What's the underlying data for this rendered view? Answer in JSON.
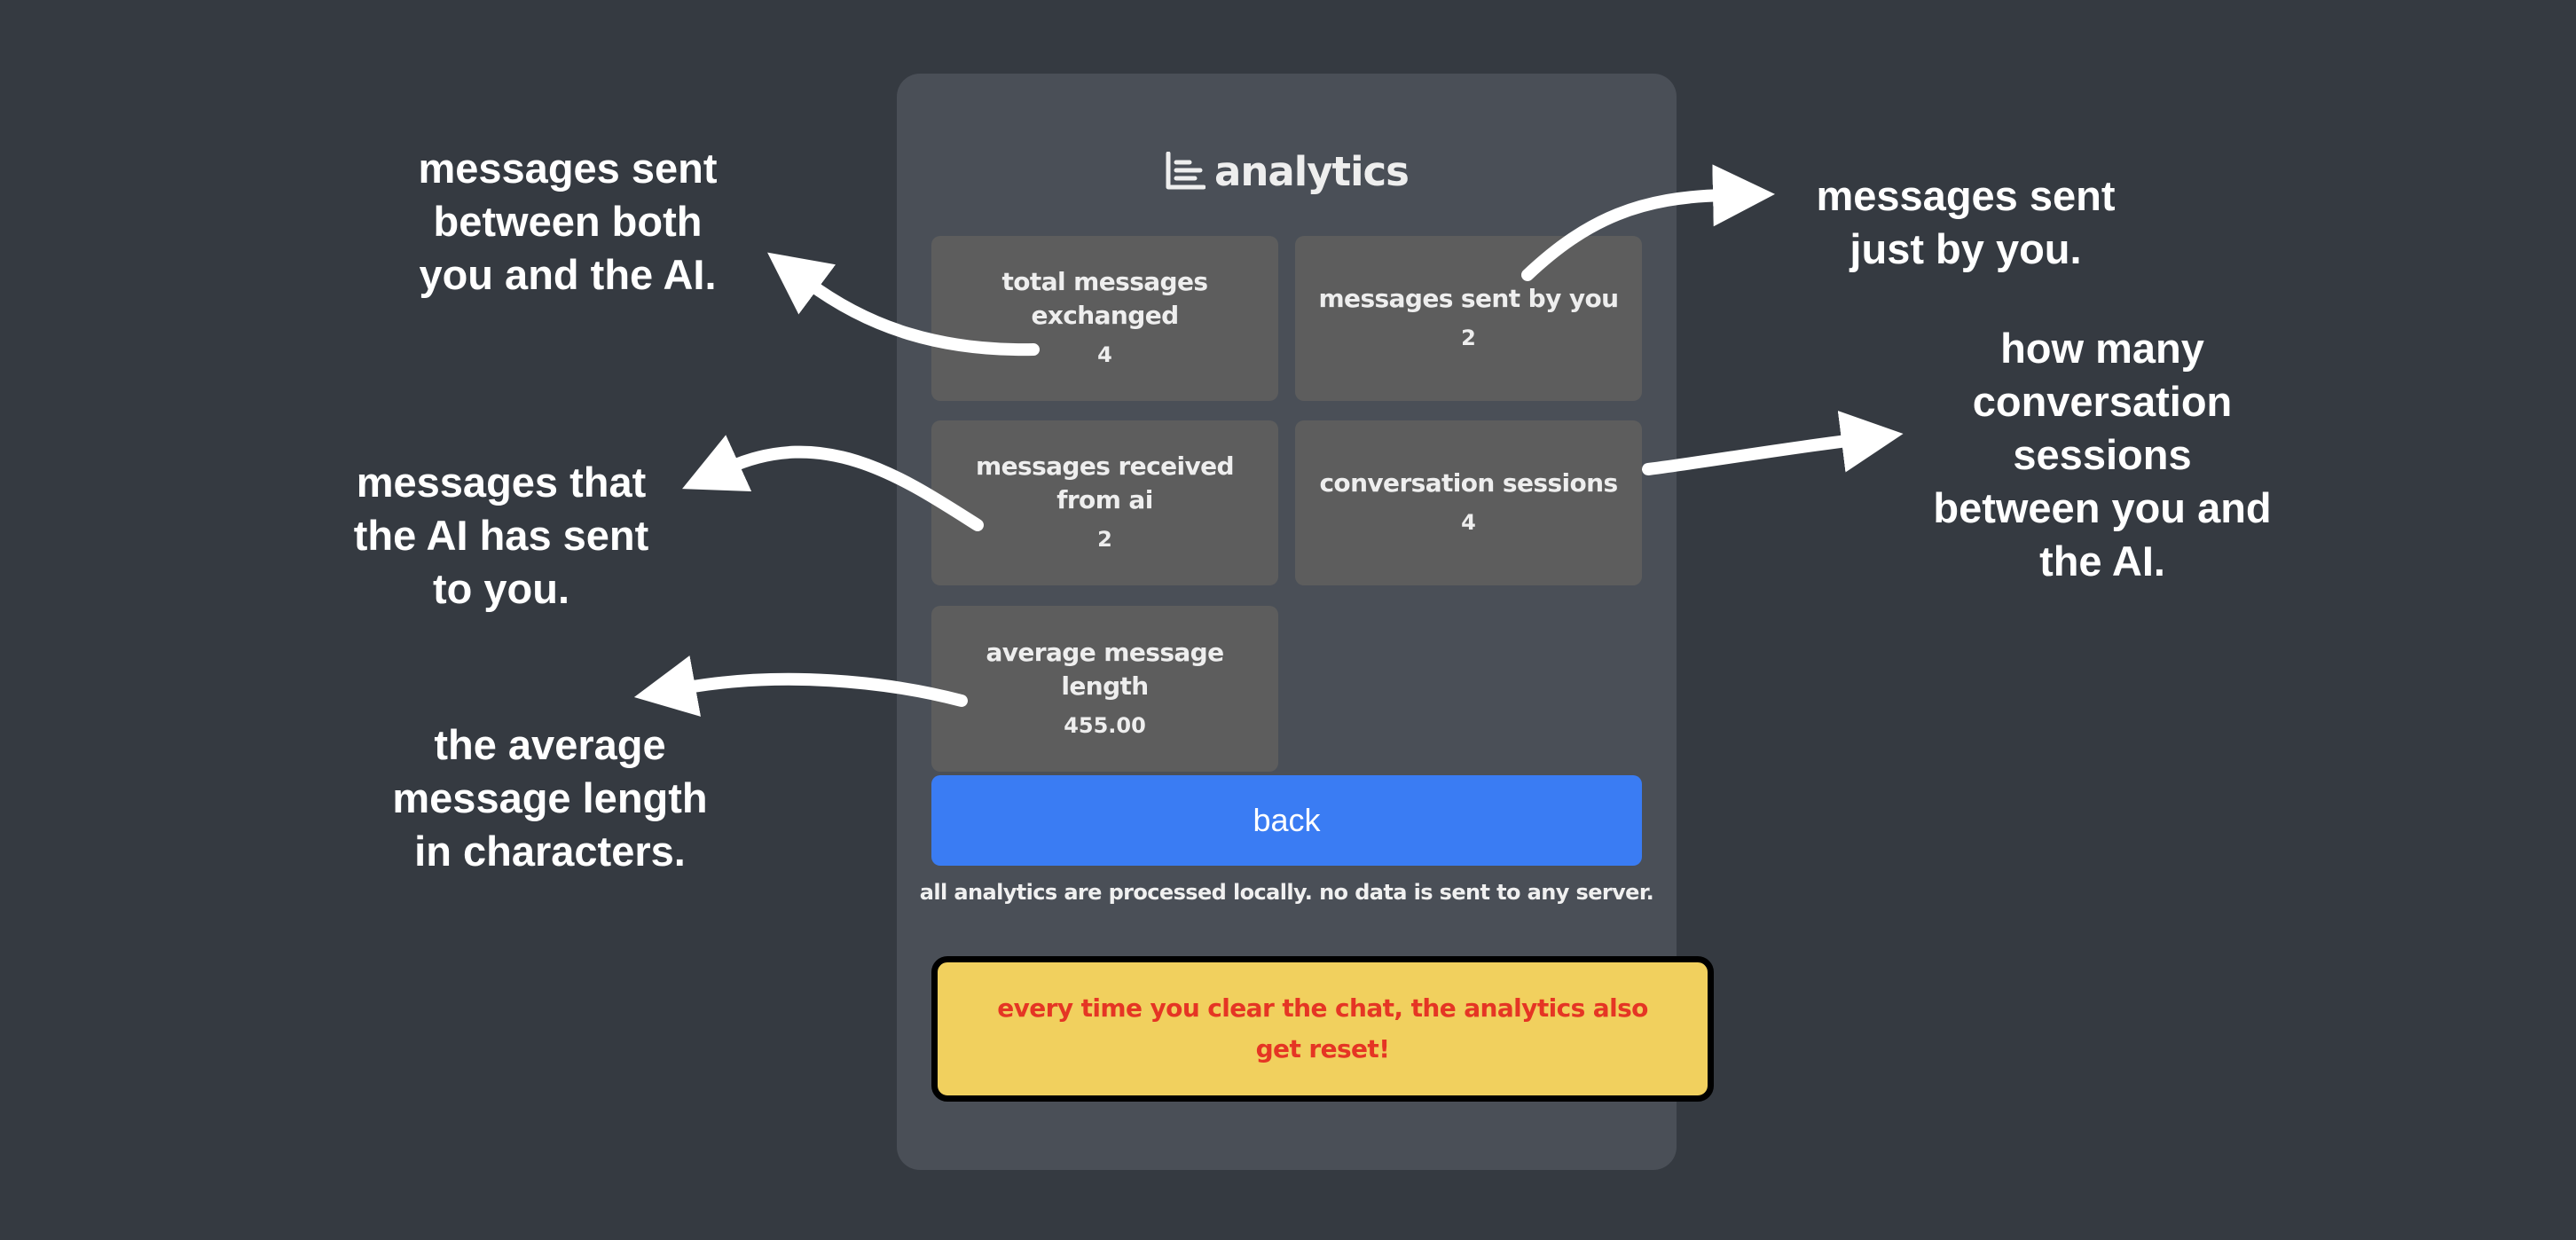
{
  "panel": {
    "title": "analytics",
    "title_icon": "bar-chart-icon",
    "cards": [
      {
        "label": "total messages exchanged",
        "value": "4"
      },
      {
        "label": "messages sent by you",
        "value": "2"
      },
      {
        "label": "messages received from ai",
        "value": "2"
      },
      {
        "label": "conversation sessions",
        "value": "4"
      },
      {
        "label": "average message length",
        "value": "455.00"
      }
    ],
    "back_label": "back",
    "privacy_note": "all analytics are processed locally. no data is sent to any server.",
    "warning": "every time you clear the chat, the analytics also get reset!"
  },
  "annotations": [
    {
      "lines": [
        "messages sent",
        "between both",
        "you and the AI."
      ]
    },
    {
      "lines": [
        "messages sent",
        "just by you."
      ]
    },
    {
      "lines": [
        "messages that",
        "the AI has sent",
        "to you."
      ]
    },
    {
      "lines": [
        "how many",
        "conversation",
        "sessions",
        "between you and",
        "the AI."
      ]
    },
    {
      "lines": [
        "the average",
        "message length",
        "in characters."
      ]
    }
  ],
  "colors": {
    "background": "#353a41",
    "panel": "#4a4f57",
    "card": "#5d5d5d",
    "back_button": "#3a7cf3",
    "warning_bg": "#f1d05e",
    "warning_text": "#e53524"
  }
}
